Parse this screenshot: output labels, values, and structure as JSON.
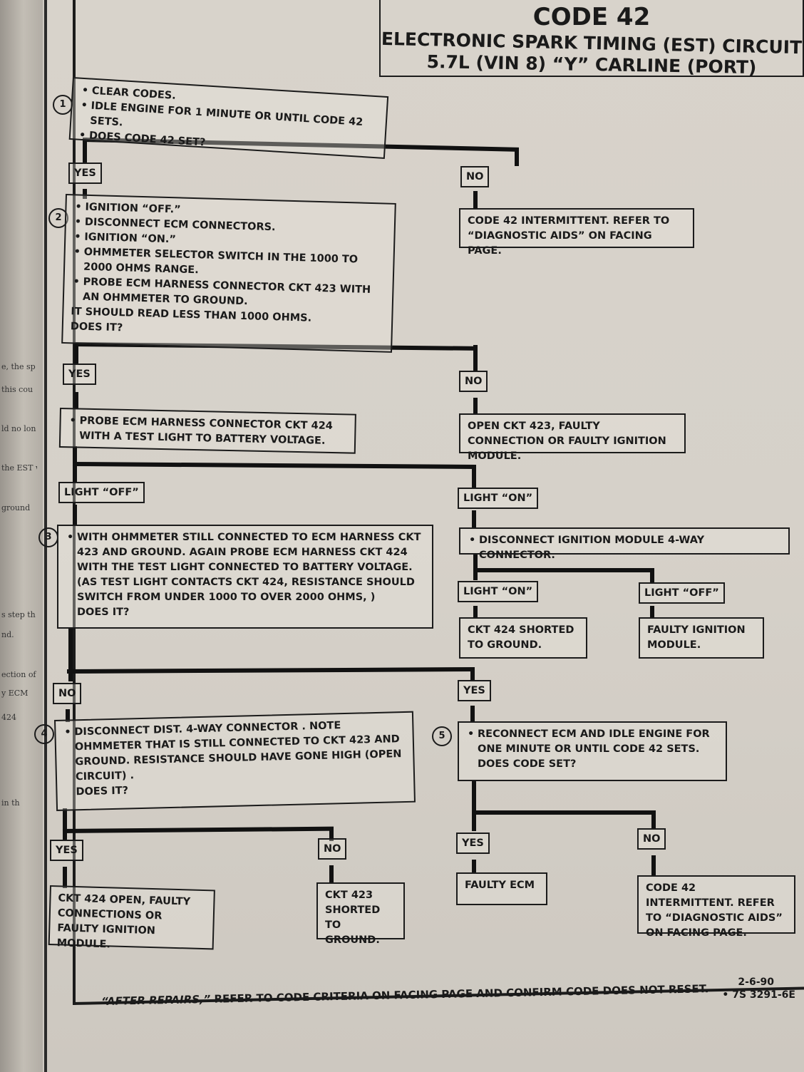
{
  "binding": {
    "fragments": [
      "e, the sp",
      "this cou",
      "ld no lon",
      "the EST w",
      "ground",
      "s step th",
      "nd.",
      "ection of",
      "y ECM",
      "424",
      "in th"
    ]
  },
  "title": {
    "code": "CODE 42",
    "main": "ELECTRONIC SPARK TIMING (EST) CIRCUIT",
    "sub": "5.7L  (VIN 8)  “Y”  CARLINE  (PORT)"
  },
  "step1": {
    "num": "1",
    "items": [
      "CLEAR CODES.",
      "IDLE ENGINE FOR 1 MINUTE OR UNTIL CODE 42 SETS."
    ],
    "question": "DOES CODE 42 SET?"
  },
  "step1_yes": "YES",
  "step1_no": "NO",
  "intermittent_top": "CODE 42 INTERMITTENT.  REFER TO “DIAGNOSTIC AIDS” ON FACING PAGE.",
  "step2": {
    "num": "2",
    "items": [
      "IGNITION “OFF.”",
      "DISCONNECT ECM CONNECTORS.",
      "IGNITION “ON.”",
      "OHMMETER SELECTOR SWITCH IN THE 1000 TO 2000 OHMS RANGE.",
      "PROBE ECM HARNESS CONNECTOR CKT 423  WITH AN OHMMETER TO GROUND."
    ],
    "note": "IT SHOULD READ LESS THAN 1000 OHMS.",
    "question": "DOES IT?"
  },
  "step2_yes": "YES",
  "step2_no": "NO",
  "open_423": "OPEN CKT 423, FAULTY CONNECTION OR FAULTY IGNITION MODULE.",
  "probe_424": "PROBE ECM HARNESS CONNECTOR CKT 424 WITH A TEST LIGHT TO BATTERY VOLTAGE.",
  "light_off": "LIGHT “OFF”",
  "light_on": "LIGHT “ON”",
  "step3": {
    "num": "3",
    "text": "WITH OHMMETER STILL CONNECTED TO ECM HARNESS CKT 423 AND GROUND.  AGAIN PROBE ECM HARNESS CKT 424 WITH THE TEST LIGHT CONNECTED TO BATTERY VOLTAGE. (AS TEST LIGHT CONTACTS CKT 424, RESISTANCE SHOULD SWITCH FROM UNDER 1000 TO OVER 2000 OHMS, )",
    "question": "DOES IT?"
  },
  "disconnect_module": "DISCONNECT IGNITION MODULE 4-WAY CONNECTOR.",
  "light_on_2": "LIGHT “ON”",
  "light_off_2": "LIGHT “OFF”",
  "ckt424_shorted": "CKT 424  SHORTED TO GROUND.",
  "faulty_module": "FAULTY IGNITION MODULE.",
  "step3_no": "NO",
  "step3_yes": "YES",
  "step4": {
    "num": "4",
    "text": "DISCONNECT DIST. 4-WAY CONNECTOR .  NOTE OHMMETER THAT IS STILL CONNECTED TO CKT 423  AND GROUND. RESISTANCE SHOULD HAVE GONE HIGH (OPEN CIRCUIT) .",
    "question": "DOES IT?"
  },
  "step5": {
    "num": "5",
    "text": "RECONNECT ECM AND IDLE ENGINE FOR ONE MINUTE OR UNTIL CODE 42 SETS.",
    "question": "DOES CODE SET?"
  },
  "step4_yes": "YES",
  "step4_no": "NO",
  "step5_yes": "YES",
  "step5_no": "NO",
  "ckt424_open": "CKT 424 OPEN, FAULTY CONNECTIONS OR FAULTY IGNITION MODULE.",
  "ckt423_shorted": "CKT 423 SHORTED TO GROUND.",
  "faulty_ecm": "FAULTY ECM",
  "intermittent_bottom": "CODE 42 INTERMITTENT. REFER TO “DIAGNOSTIC AIDS” ON FACING PAGE.",
  "footer": {
    "lead": "“AFTER REPAIRS,”",
    "rest": " REFER TO CODE CRITERIA ON FACING PAGE AND CONFIRM CODE DOES NOT RESET."
  },
  "page_ref": {
    "date": "2-6-90",
    "code": "• 7S 3291-6E"
  }
}
